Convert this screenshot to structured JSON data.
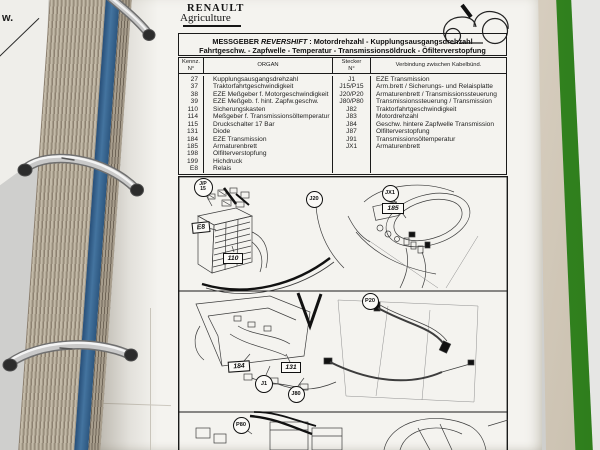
{
  "prev_page": {
    "fragment": "w."
  },
  "logo": {
    "brand": "RENAULT",
    "division": "Agriculture"
  },
  "title": {
    "prefix": "MESSGEBER ",
    "model": "REVERSHIFT",
    "rest": " :  Motordrehzahl - Kupplungsausgangsdrehzahl",
    "line2": "Fahrtgeschw. - Zapfwelle - Temperatur - Transmissionsöldruck - Öfilterverstopfung"
  },
  "table": {
    "headers": {
      "col1_line1": "Kennz.",
      "col1_line2": "N°",
      "col2": "ORGAN",
      "col3_line1": "Stecker",
      "col3_line2": "N°",
      "col4": "Verbindung zwischen Kabelbünd."
    },
    "rows": [
      {
        "kennz": "27",
        "organ": "Kupplungsausgangsdrehzahl",
        "stecker": "J1",
        "verbindung": "EZE Transmission"
      },
      {
        "kennz": "37",
        "organ": "Traktorfahrtgeschwindigkeit",
        "stecker": "J15/P15",
        "verbindung": "Arm.brett / Sicherungs- und Relaisplatte"
      },
      {
        "kennz": "38",
        "organ": "EZE Meßgeber f. Motorgeschwindigkeit",
        "stecker": "J20/P20",
        "verbindung": "Armaturenbrett / Transmissionssteuerung"
      },
      {
        "kennz": "39",
        "organ": "EZE Meßgeb. f. hint. Zapfw.geschw.",
        "stecker": "J80/P80",
        "verbindung": "Transmissionssteuerung / Transmission"
      },
      {
        "kennz": "110",
        "organ": "Sicherungskasten",
        "stecker": "J82",
        "verbindung": "Traktorfahrtgeschwindigkeit"
      },
      {
        "kennz": "114",
        "organ": "Meßgeber f. Transmissionsöltemperatur",
        "stecker": "J83",
        "verbindung": "Motordrehzahl"
      },
      {
        "kennz": "115",
        "organ": "Druckschalter 17 Bar",
        "stecker": "J84",
        "verbindung": "Geschw. hintere Zapfwelle Transmission"
      },
      {
        "kennz": "131",
        "organ": "Diode",
        "stecker": "J87",
        "verbindung": "Ölfilterverstopfung"
      },
      {
        "kennz": "184",
        "organ": "EZE Transmission",
        "stecker": "J91",
        "verbindung": "Transmissionsöltemperatur"
      },
      {
        "kennz": "185",
        "organ": "Armaturenbrett",
        "stecker": "JX1",
        "verbindung": "Armaturenbrett"
      },
      {
        "kennz": "198",
        "organ": "Ölfilterverstopfung",
        "stecker": "",
        "verbindung": ""
      },
      {
        "kennz": "199",
        "organ": "Hichdruck",
        "stecker": "",
        "verbindung": ""
      },
      {
        "kennz": "E8",
        "organ": "Relais",
        "stecker": "",
        "verbindung": ""
      }
    ]
  },
  "diagram": {
    "labels": {
      "jp15_line1": "J/P",
      "jp15_line2": "15",
      "e8": "E8",
      "n110": "110",
      "j20": "J20",
      "jx1": "JX1",
      "n185": "185",
      "n184": "184",
      "n131": "131",
      "j1": "J1",
      "j80": "J80",
      "p20": "P20",
      "p80": "P80"
    }
  },
  "colors": {
    "divider_green": "#41992a",
    "binder_blue": "#44749f",
    "paper": "#f4f3ef"
  }
}
